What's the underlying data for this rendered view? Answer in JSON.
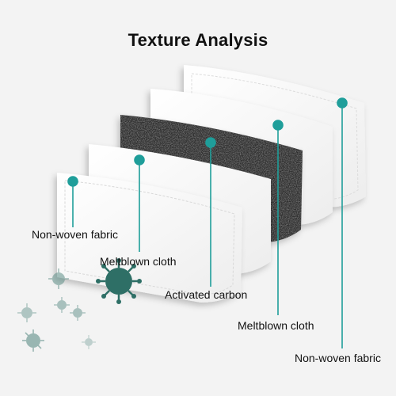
{
  "title": "Texture Analysis",
  "accent_color": "#1f9e9a",
  "layers": [
    {
      "label": "Non-woven fabric",
      "material": "white-fabric"
    },
    {
      "label": "Meltblown cloth",
      "material": "white-fabric"
    },
    {
      "label": "Activated carbon",
      "material": "carbon"
    },
    {
      "label": "Meltblown cloth",
      "material": "white-fabric"
    },
    {
      "label": "Non-woven fabric",
      "material": "white-fabric"
    }
  ],
  "icons": [
    "virus-icon",
    "marker-dot-icon"
  ]
}
